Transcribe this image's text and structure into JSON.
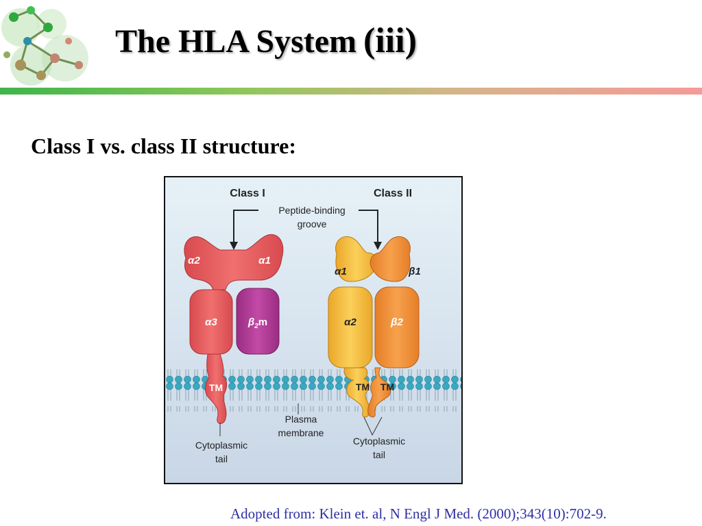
{
  "slide": {
    "title": "The HLA System",
    "title_suffix": "(iii)",
    "subtitle": "Class I vs. class II structure:",
    "source": "Adopted from: Klein et. al, N Engl J Med. (2000);343(10):702-9."
  },
  "figure": {
    "class1_heading": "Class I",
    "class2_heading": "Class II",
    "groove_label_line1": "Peptide-binding",
    "groove_label_line2": "groove",
    "class1_domains": {
      "a2": "α2",
      "a1": "α1",
      "a3": "α3",
      "b2m": "β",
      "b2m_sub": "2",
      "b2m_end": "m",
      "tm": "TM"
    },
    "class2_domains": {
      "a1": "α1",
      "b1": "β1",
      "a2": "α2",
      "b2": "β2",
      "tm_a": "TM",
      "tm_b": "TM"
    },
    "membrane_label_line1": "Plasma",
    "membrane_label_line2": "membrane",
    "tail1_line1": "Cytoplasmic",
    "tail1_line2": "tail",
    "tail2_line1": "Cytoplasmic",
    "tail2_line2": "tail",
    "colors": {
      "class1_red": "#e85a5e",
      "b2m_purple": "#b03a94",
      "class2_yellow": "#f6c13c",
      "class2_orange": "#f2923a",
      "lipid_head": "#3aa8c0",
      "background_top": "#e6f1f7",
      "background_bottom": "#c9d6e6"
    }
  }
}
